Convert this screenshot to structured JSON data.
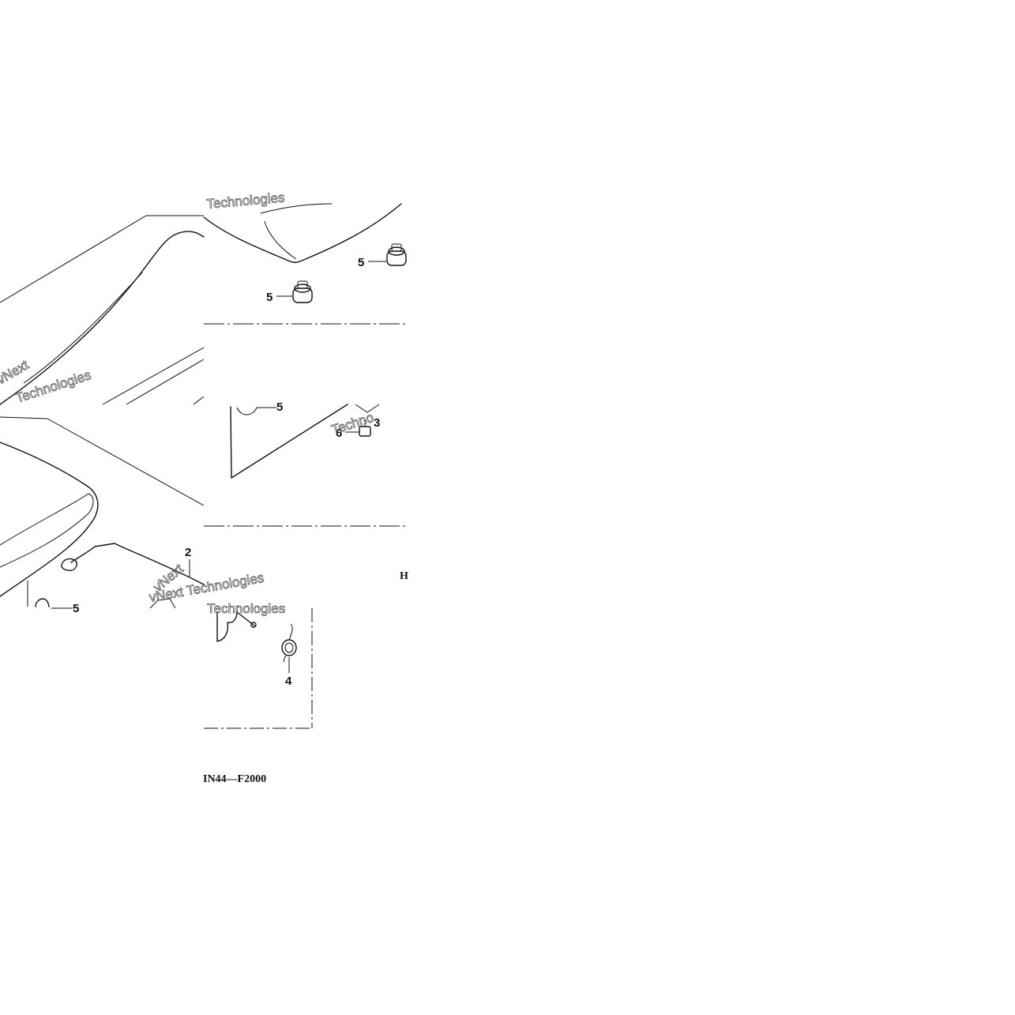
{
  "diagram": {
    "part_code": "IN44—F2000",
    "callouts": {
      "c5a": "5",
      "c5b": "5",
      "c5c": "5",
      "c5d": "5",
      "c6": "6",
      "c3": "3",
      "c2": "2",
      "c4": "4"
    },
    "stray_letter": "H",
    "watermarks": {
      "w1": "vNext",
      "w2": "Technologies",
      "w3": "Technologies",
      "w4": "Techno",
      "w5": "vNext Technologies",
      "w6": "Technologies",
      "w7": "vNext"
    }
  }
}
